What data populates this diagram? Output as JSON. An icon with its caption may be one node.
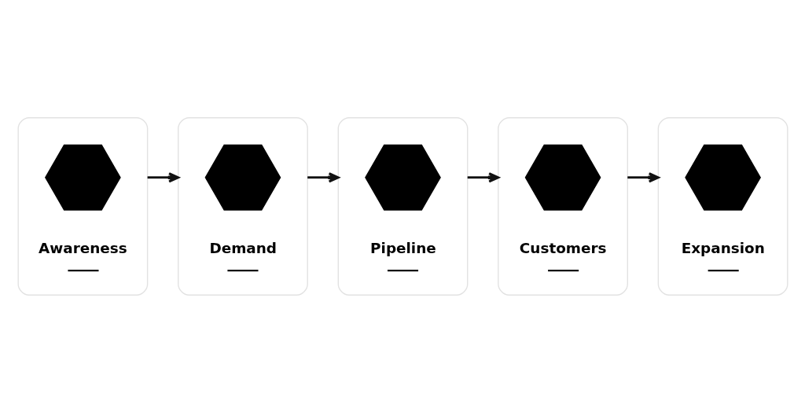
{
  "diagram": {
    "nodes": [
      {
        "text": [
          "Awareness"
        ]
      },
      {
        "text": [],
        "shape": "picture",
        "in": 0
      },
      {
        "text": [
          "Demand"
        ]
      },
      {
        "text": [],
        "shape": "picture",
        "in": 2
      },
      {
        "text": [
          "Pipeline"
        ]
      },
      {
        "text": [],
        "shape": "picture",
        "in": 4
      },
      {
        "text": [
          "Customers"
        ]
      },
      {
        "text": [],
        "shape": "picture",
        "in": 6
      },
      {
        "text": [
          "Expansion"
        ]
      },
      {
        "text": [],
        "shape": "picture",
        "in": 8
      }
    ],
    "edges": [
      {
        "from": 0,
        "to": 2,
        "arrow": "to"
      },
      {
        "from": 2,
        "to": 4,
        "arrow": "to"
      },
      {
        "from": 4,
        "to": 6,
        "arrow": "to"
      },
      {
        "from": 6,
        "to": 8,
        "arrow": "to"
      }
    ]
  }
}
